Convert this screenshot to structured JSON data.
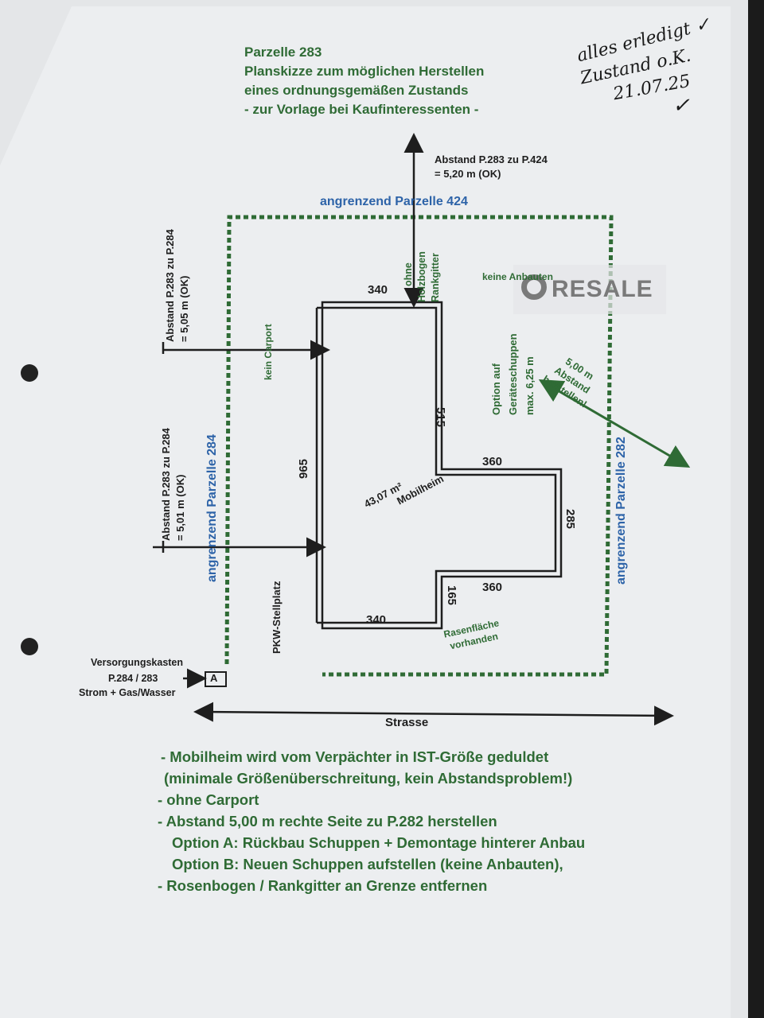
{
  "header": {
    "line1": "Parzelle 283",
    "line2": "Planskizze zum möglichen Herstellen",
    "line3": "eines ordnungsgemäßen Zustands",
    "line4": "- zur Vorlage bei Kaufinteressenten -"
  },
  "handwritten": {
    "line1": "alles erledigt ✓",
    "line2": "Zustand o.K.",
    "line3": "21.07.25",
    "signature": "signature"
  },
  "watermark": "RESALE",
  "labels": {
    "top_distance_1": "Abstand P.283 zu P.424",
    "top_distance_2": "= 5,20 m (OK)",
    "parcel_424": "angrenzend Parzelle 424",
    "parcel_284": "angrenzend Parzelle 284",
    "parcel_282": "angrenzend Parzelle 282",
    "left_distance_top_1": "Abstand P.283 zu P.284",
    "left_distance_top_2": "= 5,05 m (OK)",
    "left_distance_bottom_1": "Abstand P.283 zu P.284",
    "left_distance_bottom_2": "= 5,01 m (OK)",
    "no_carport": "kein Carport",
    "no_arch_1": "ohne",
    "no_arch_2": "Holzbogen",
    "no_arch_3": "Rankgitter",
    "no_extensions": "keine Anbauten",
    "shed_1": "Option auf",
    "shed_2": "Geräteschuppen",
    "shed_3": "max. 6,25 m",
    "distance_right_1": "5,00 m",
    "distance_right_2": "Abstand",
    "distance_right_3": "herstellen!",
    "area": "43,07 m²",
    "mobile_home": "Mobilheim",
    "parking": "PKW-Stellplatz",
    "lawn_1": "Rasenfläche",
    "lawn_2": "vorhanden",
    "supply_1": "Versorgungskasten",
    "supply_2": "P.284 / 283",
    "supply_3": "Strom + Gas/Wasser",
    "supply_box": "A",
    "street": "Strasse"
  },
  "dimensions": {
    "top": "340",
    "right_upper": "515",
    "mid_top": "360",
    "right_mid": "285",
    "mid_bottom": "360",
    "right_lower": "165",
    "bottom": "340",
    "left": "965"
  },
  "notes": [
    "- Mobilheim wird vom Verpächter in IST-Größe geduldet",
    "  (minimale Größenüberschreitung, kein Abstandsproblem!)",
    "- ohne Carport",
    "- Abstand 5,00 m rechte Seite zu P.282 herstellen",
    "   Option A: Rückbau Schuppen + Demontage hinterer Anbau",
    "   Option B: Neuen Schuppen aufstellen (keine Anbauten),",
    "- Rosenbogen / Rankgitter an Grenze entfernen"
  ]
}
